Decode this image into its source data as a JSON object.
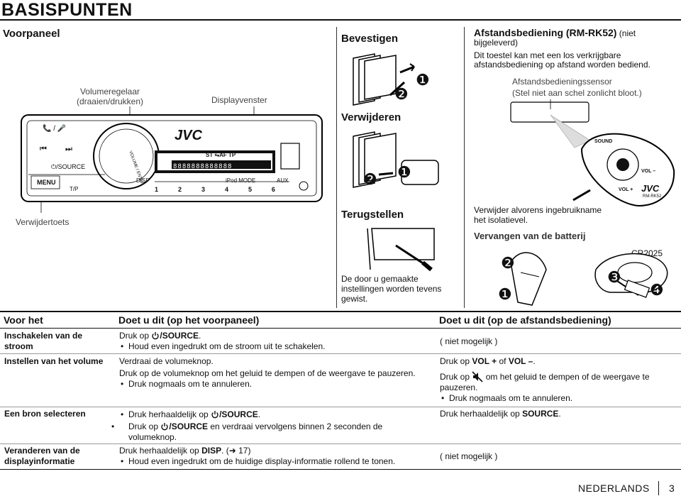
{
  "page_title": "BASISPUNTEN",
  "front_panel": {
    "heading": "Voorpaneel",
    "volume_label_line1": "Volumeregelaar",
    "volume_label_line2": "(draaien/drukken)",
    "display_label": "Displayvenster",
    "release_label": "Verwijdertoets",
    "brand": "JVC",
    "buttons": {
      "phone_mic": "📞 / 🎤",
      "prev": "⏮",
      "next": "⏭",
      "source": "⏻/SOURCE",
      "menu": "MENU",
      "tp": "T/P",
      "disp": "DISP",
      "ipod": "iPod MODE",
      "aux": "AUX",
      "presets": [
        "1",
        "2",
        "3",
        "4",
        "5",
        "6"
      ],
      "volume_ring": "VOLUME / ENTER"
    },
    "display_indicators": "ST ⇋AF TP",
    "display_digits": "8888888888888"
  },
  "attach": {
    "confirm_heading": "Bevestigen",
    "remove_heading": "Verwijderen",
    "reset_heading": "Terugstellen",
    "reset_note": "De door u gemaakte instellingen worden tevens gewist.",
    "step1": "❶",
    "step2": "❷"
  },
  "remote": {
    "heading": "Afstandsbediening (RM-RK52)",
    "heading_note": "(niet bijgeleverd)",
    "intro": "Dit toestel kan met een los verkrijgbare afstandsbediening op afstand worden bediend.",
    "sensor_label": "Afstandsbedieningssensor",
    "sensor_note": "(Stel niet aan schel zonlicht bloot.)",
    "remove_sheet": "Verwijder alvorens ingebruikname het isolatievel.",
    "battery_heading": "Vervangen van de batterij",
    "battery_type": "CR2025",
    "brand": "JVC",
    "model": "RM-RK52",
    "sound": "SOUND",
    "vol_plus": "VOL +",
    "vol_minus": "VOL –",
    "steps": [
      "❶",
      "❷",
      "❸",
      "❹"
    ]
  },
  "table": {
    "headers": {
      "col1": "Voor het",
      "col2": "Doet u dit (op het voorpaneel)",
      "col3": "Doet u dit (op de afstandsbediening)"
    },
    "rows": {
      "power": {
        "label_line1": "Inschakelen van de",
        "label_line2": "stroom",
        "front_pre": "Druk op ",
        "front_bold": "/SOURCE",
        "front_post": ".",
        "front_bullet": "Houd even ingedrukt om de stroom uit te schakelen.",
        "remote": "( niet mogelijk )"
      },
      "volume": {
        "label": "Instellen van het volume",
        "front": "Verdraai de volumeknop.",
        "remote_pre": "Druk op ",
        "remote_b1": "VOL +",
        "remote_mid": " of ",
        "remote_b2": "VOL –",
        "remote_post": ".",
        "mute_front": "Druk op de volumeknop om het geluid te dempen of de weergave te pauzeren.",
        "mute_front_bullet": "Druk nogmaals om te annuleren.",
        "mute_remote_pre": "Druk op ",
        "mute_remote_post": " om het geluid te dempen of de weergave te pauzeren.",
        "mute_remote_bullet": "Druk nogmaals om te annuleren."
      },
      "source": {
        "label": "Een bron selecteren",
        "front_b1_pre": "Druk herhaaldelijk op ",
        "front_b1_bold": "/SOURCE",
        "front_b1_post": ".",
        "front_b2_pre": "Druk op ",
        "front_b2_bold": "/SOURCE",
        "front_b2_post": " en verdraai vervolgens binnen 2 seconden de volumeknop.",
        "remote_pre": "Druk herhaaldelijk op ",
        "remote_bold": "SOURCE",
        "remote_post": "."
      },
      "display": {
        "label_line1": "Veranderen van de",
        "label_line2": "displayinformatie",
        "front_pre": "Druk herhaaldelijk op ",
        "front_bold": "DISP",
        "front_post": ". (➜ 17)",
        "front_bullet": "Houd even ingedrukt om de huidige display-informatie rollend te tonen.",
        "remote": "( niet mogelijk )"
      }
    }
  },
  "footer": {
    "language": "NEDERLANDS",
    "page_number": "3"
  },
  "colors": {
    "text": "#111111",
    "rule": "#111111",
    "gray_text": "#444444"
  }
}
